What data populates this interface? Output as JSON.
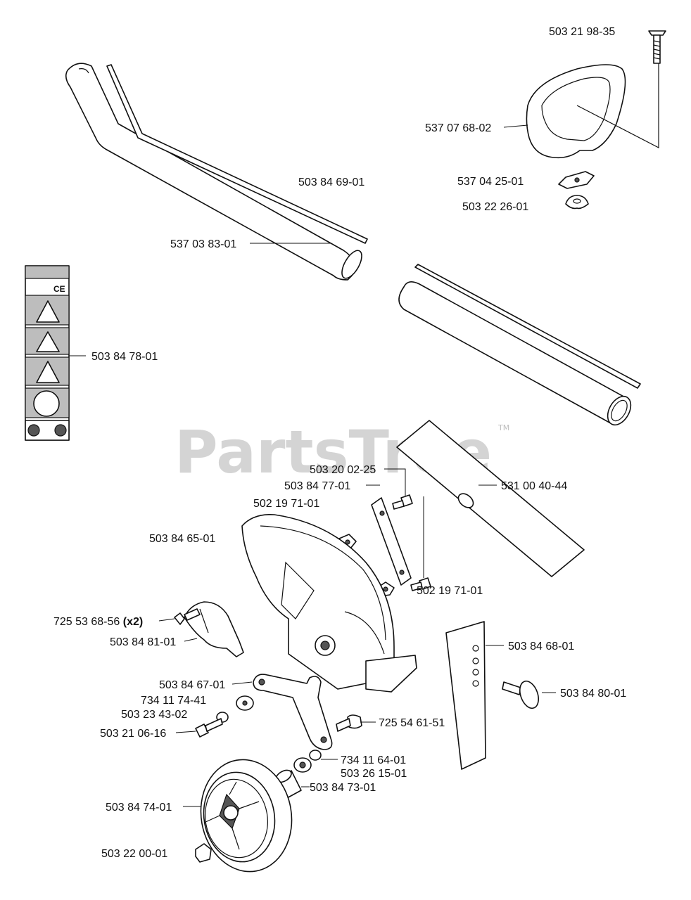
{
  "watermark": {
    "text": "PartsTree",
    "trademark": "TM"
  },
  "labels": {
    "bolt_top": "503 21 98-35",
    "handle": "537 07 68-02",
    "handle_clamp": "537 04 25-01",
    "wing_nut": "503 22 26-01",
    "drive_shaft": "503 84 69-01",
    "shaft_tube": "537 03 83-01",
    "decal_sheet": "503 84 78-01",
    "screw_top": "503 20 02-25",
    "clamp_plate": "503 84 77-01",
    "nut_left": "502 19 71-01",
    "blade": "531 00 40-44",
    "guard": "503 84 65-01",
    "nut_right": "502 19 71-01",
    "screw_x2": "725 53 68-56 ",
    "screw_x2_qty": "(x2)",
    "bracket": "503 84 81-01",
    "plate": "503 84 68-01",
    "arm": "503 84 67-01",
    "knob": "503 84 80-01",
    "washer_a": "734 11 74-41",
    "washer_b": "503 23 43-02",
    "screw_arm": "725 54 61-51",
    "bolt_arm": "503 21 06-16",
    "washer_c": "734 11 64-01",
    "bearing": "503 26 15-01",
    "spacer": "503 84 73-01",
    "wheel": "503 84 74-01",
    "axle_nut": "503 22 00-01"
  },
  "icons": {
    "decal_ce_mark": "CE",
    "decal_symbols": "!"
  }
}
